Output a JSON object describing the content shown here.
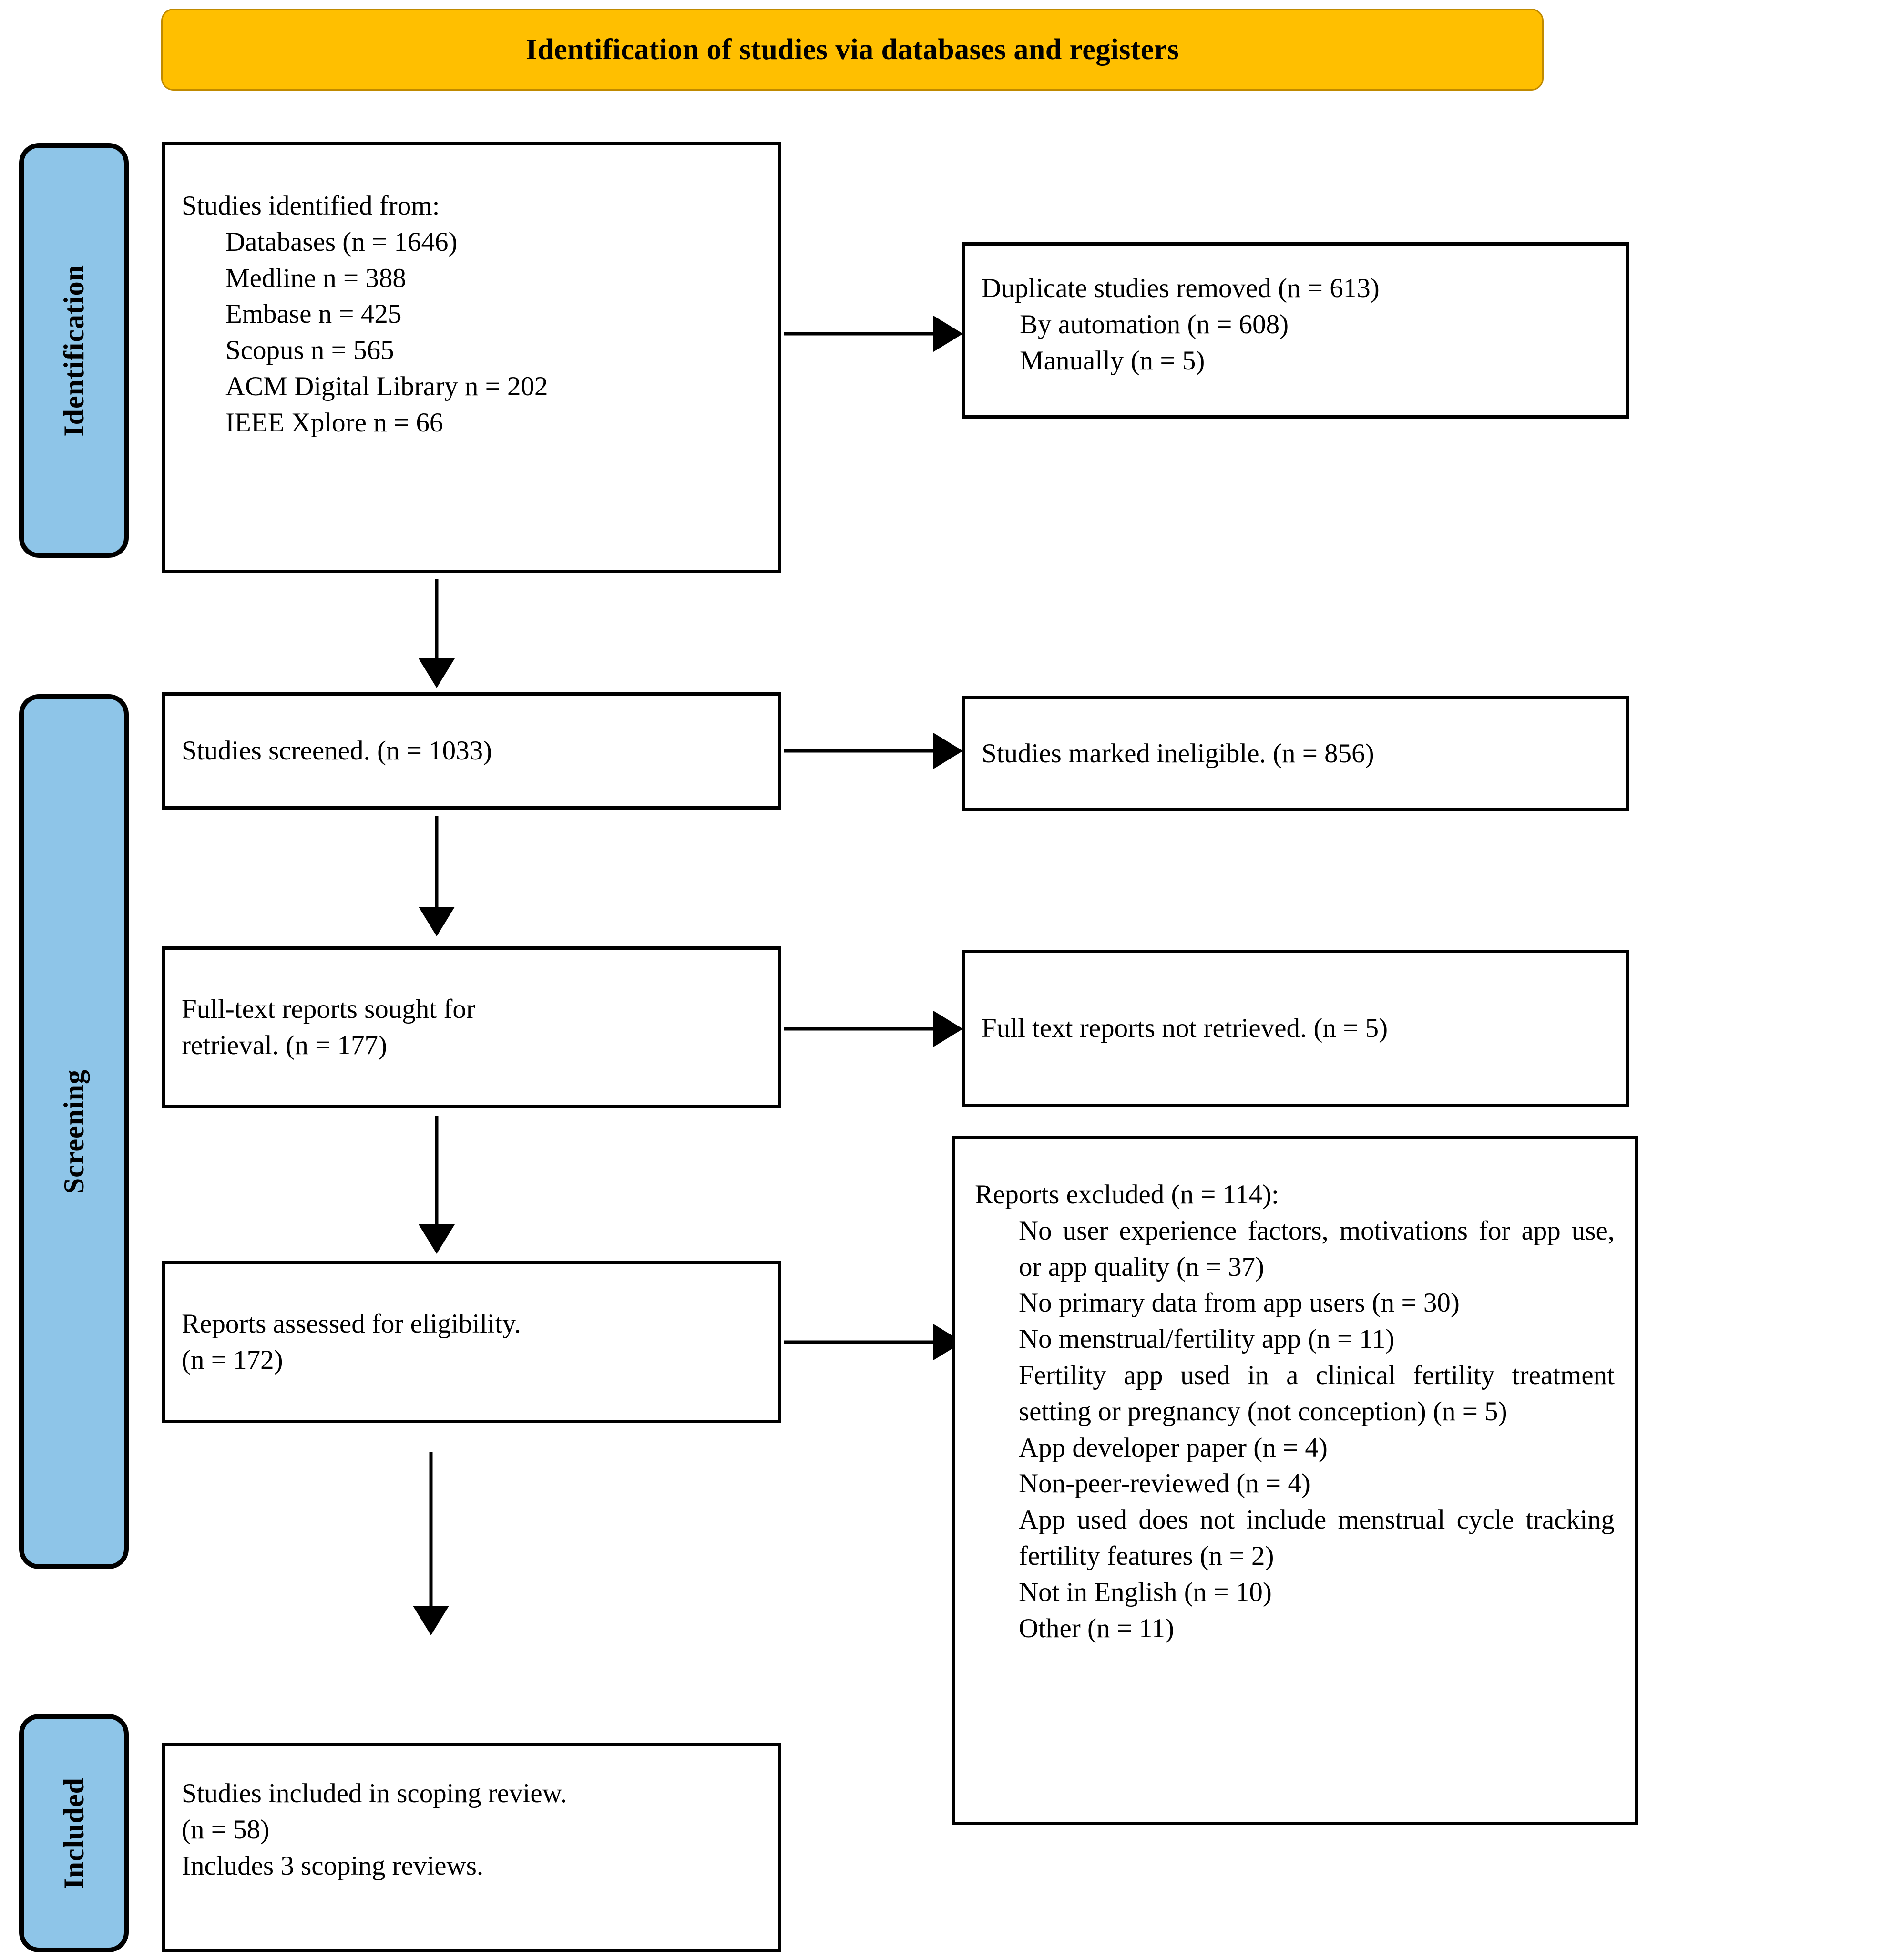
{
  "colors": {
    "banner_fill": "#FFBF00",
    "banner_border": "#C08A00",
    "stage_pill_fill": "#8EC5E8",
    "box_border": "#000000",
    "arrow": "#000000",
    "text": "#000000"
  },
  "banner": {
    "title": "Identification of studies via databases and registers"
  },
  "stages": {
    "identification": "Identification",
    "screening": "Screening",
    "included": "Included"
  },
  "boxes": {
    "identified": {
      "heading": "Studies identified from:",
      "items": [
        "Databases (n = 1646)",
        "Medline n = 388",
        "Embase n = 425",
        "Scopus n = 565",
        "ACM Digital Library n = 202",
        "IEEE Xplore n = 66"
      ]
    },
    "duplicates_removed": {
      "heading": "Duplicate studies removed (n = 613)",
      "items": [
        "By automation (n = 608)",
        "Manually (n = 5)"
      ]
    },
    "screened": {
      "line1": "Studies screened. (n = 1033)"
    },
    "ineligible": {
      "line1": "Studies marked ineligible. (n = 856)"
    },
    "fulltext_sought": {
      "line1": "Full-text reports sought for",
      "line2": "retrieval. (n = 177)"
    },
    "fulltext_not_retrieved": {
      "line1": "Full text reports not retrieved. (n = 5)"
    },
    "assessed": {
      "line1": "Reports assessed for eligibility.",
      "line2": "(n = 172)"
    },
    "excluded": {
      "heading": "Reports excluded (n = 114):",
      "items": [
        "No user experience factors, motivations for app use, or app quality (n = 37)",
        "No primary data from app users (n = 30)",
        "No menstrual/fertility app (n = 11)",
        "Fertility app used in a clinical fertility treatment setting or pregnancy (not conception) (n = 5)",
        "App developer paper (n = 4)",
        "Non-peer-reviewed (n = 4)",
        "App used does not include menstrual cycle tracking fertility features (n = 2)",
        "Not in English (n = 10)",
        "Other (n = 11)"
      ]
    },
    "included_studies": {
      "line1": "Studies included in scoping review.",
      "line2": "(n = 58)",
      "line3": "Includes 3 scoping reviews."
    }
  },
  "counts": {
    "databases_total": 1646,
    "medline": 388,
    "embase": 425,
    "scopus": 565,
    "acm_digital_library": 202,
    "ieee_xplore": 66,
    "duplicates_removed_total": 613,
    "duplicates_by_automation": 608,
    "duplicates_manually": 5,
    "screened": 1033,
    "marked_ineligible": 856,
    "fulltext_sought": 177,
    "fulltext_not_retrieved": 5,
    "assessed_for_eligibility": 172,
    "excluded_total": 114,
    "excluded_no_ux_factors": 37,
    "excluded_no_primary_data": 30,
    "excluded_no_menstrual_app": 11,
    "excluded_clinical_setting": 5,
    "excluded_developer_paper": 4,
    "excluded_non_peer_reviewed": 4,
    "excluded_no_tracking_features": 2,
    "excluded_not_in_english": 10,
    "excluded_other": 11,
    "included_total": 58,
    "included_scoping_reviews": 3
  }
}
